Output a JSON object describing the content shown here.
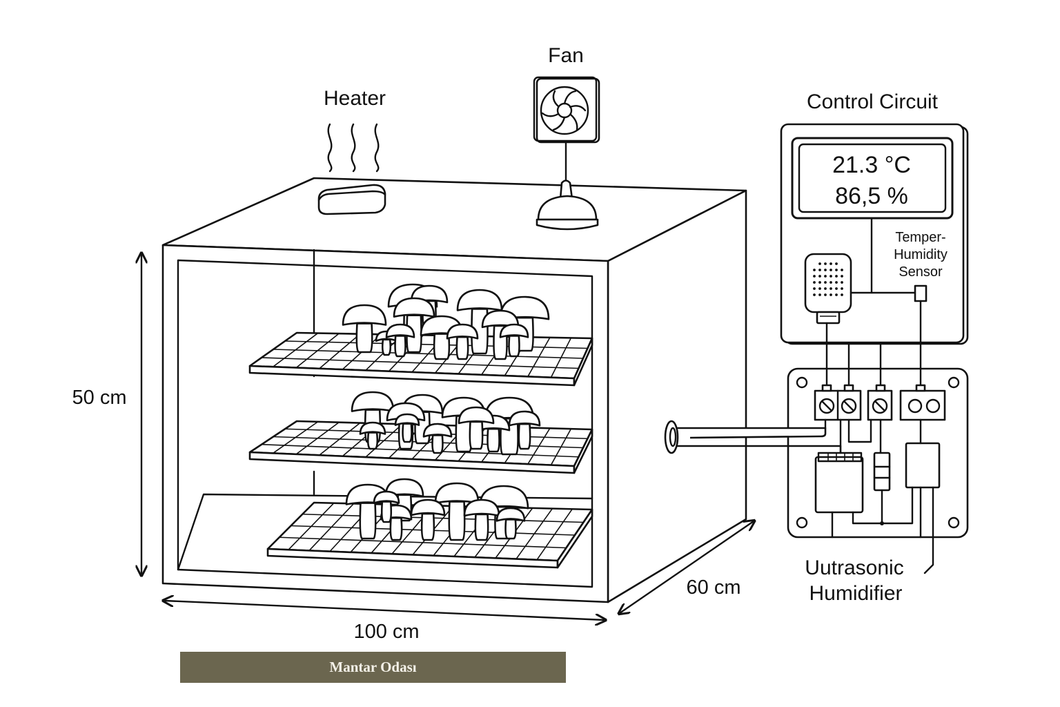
{
  "labels": {
    "heater": "Heater",
    "fan": "Fan",
    "control_circuit": "Control Circuit",
    "sensor_line1": "Temper-",
    "sensor_line2": "Humidity",
    "sensor_line3": "Sensor",
    "humidifier_line1": "Uutrasonic",
    "humidifier_line2": "Humidifier"
  },
  "display": {
    "temperature": "21.3 °C",
    "humidity": "86,5 %"
  },
  "dimensions": {
    "height": "50 cm",
    "width": "100 cm",
    "depth": "60 cm"
  },
  "caption": "Mantar Odası",
  "colors": {
    "line": "#111111",
    "caption_bg": "#6b664f",
    "caption_text": "#f4f1e8"
  },
  "shelves": [
    {
      "mushrooms": 12
    },
    {
      "mushrooms": 11
    },
    {
      "mushrooms": 9
    }
  ]
}
